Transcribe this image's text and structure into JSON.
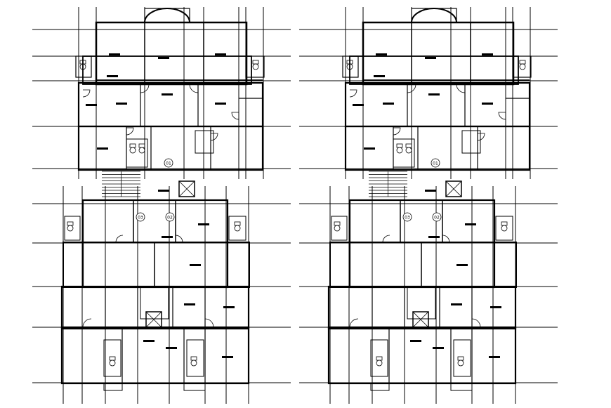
{
  "drawing": {
    "title": "",
    "line_color": "#000000",
    "background": "#ffffff",
    "stroke_color_gray": "#666666"
  },
  "plans": [
    {
      "name": "left-floor-plan",
      "column_tags": [
        "01",
        "02",
        "03"
      ]
    },
    {
      "name": "right-floor-plan",
      "column_tags": [
        "01",
        "02",
        "03"
      ]
    }
  ]
}
